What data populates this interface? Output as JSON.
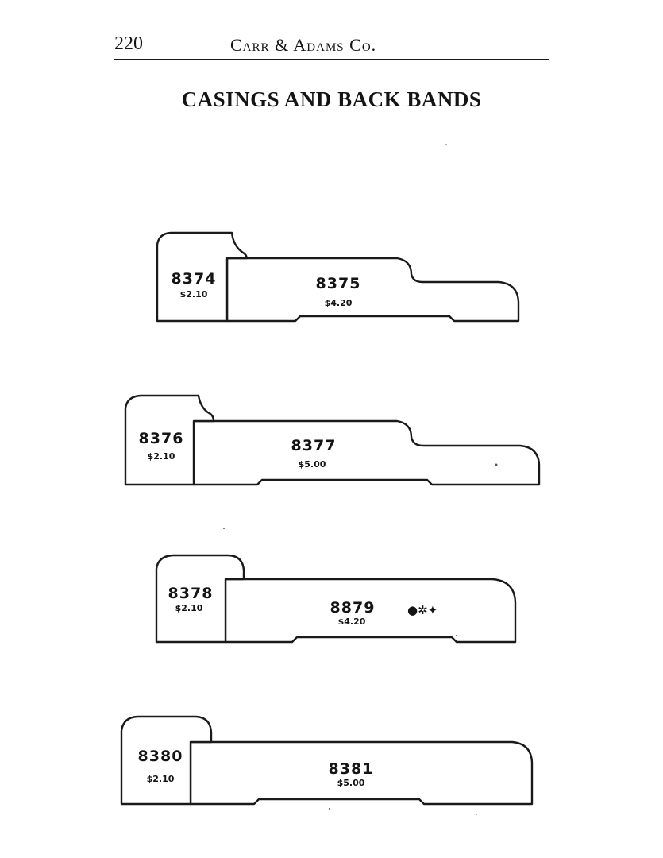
{
  "header": {
    "page_number": "220",
    "running_head": "Carr & Adams Co."
  },
  "title": "CASINGS AND BACK BANDS",
  "mouldings": [
    {
      "back_band": {
        "number": "8374",
        "price": "$2.10"
      },
      "casing": {
        "number": "8375",
        "price": "$4.20"
      }
    },
    {
      "back_band": {
        "number": "8376",
        "price": "$2.10"
      },
      "casing": {
        "number": "8377",
        "price": "$5.00"
      }
    },
    {
      "back_band": {
        "number": "8378",
        "price": "$2.10"
      },
      "casing": {
        "number": "8879",
        "price": "$4.20"
      }
    },
    {
      "back_band": {
        "number": "8380",
        "price": "$2.10"
      },
      "casing": {
        "number": "8381",
        "price": "$5.00"
      }
    }
  ],
  "ornament": "●✲✦"
}
